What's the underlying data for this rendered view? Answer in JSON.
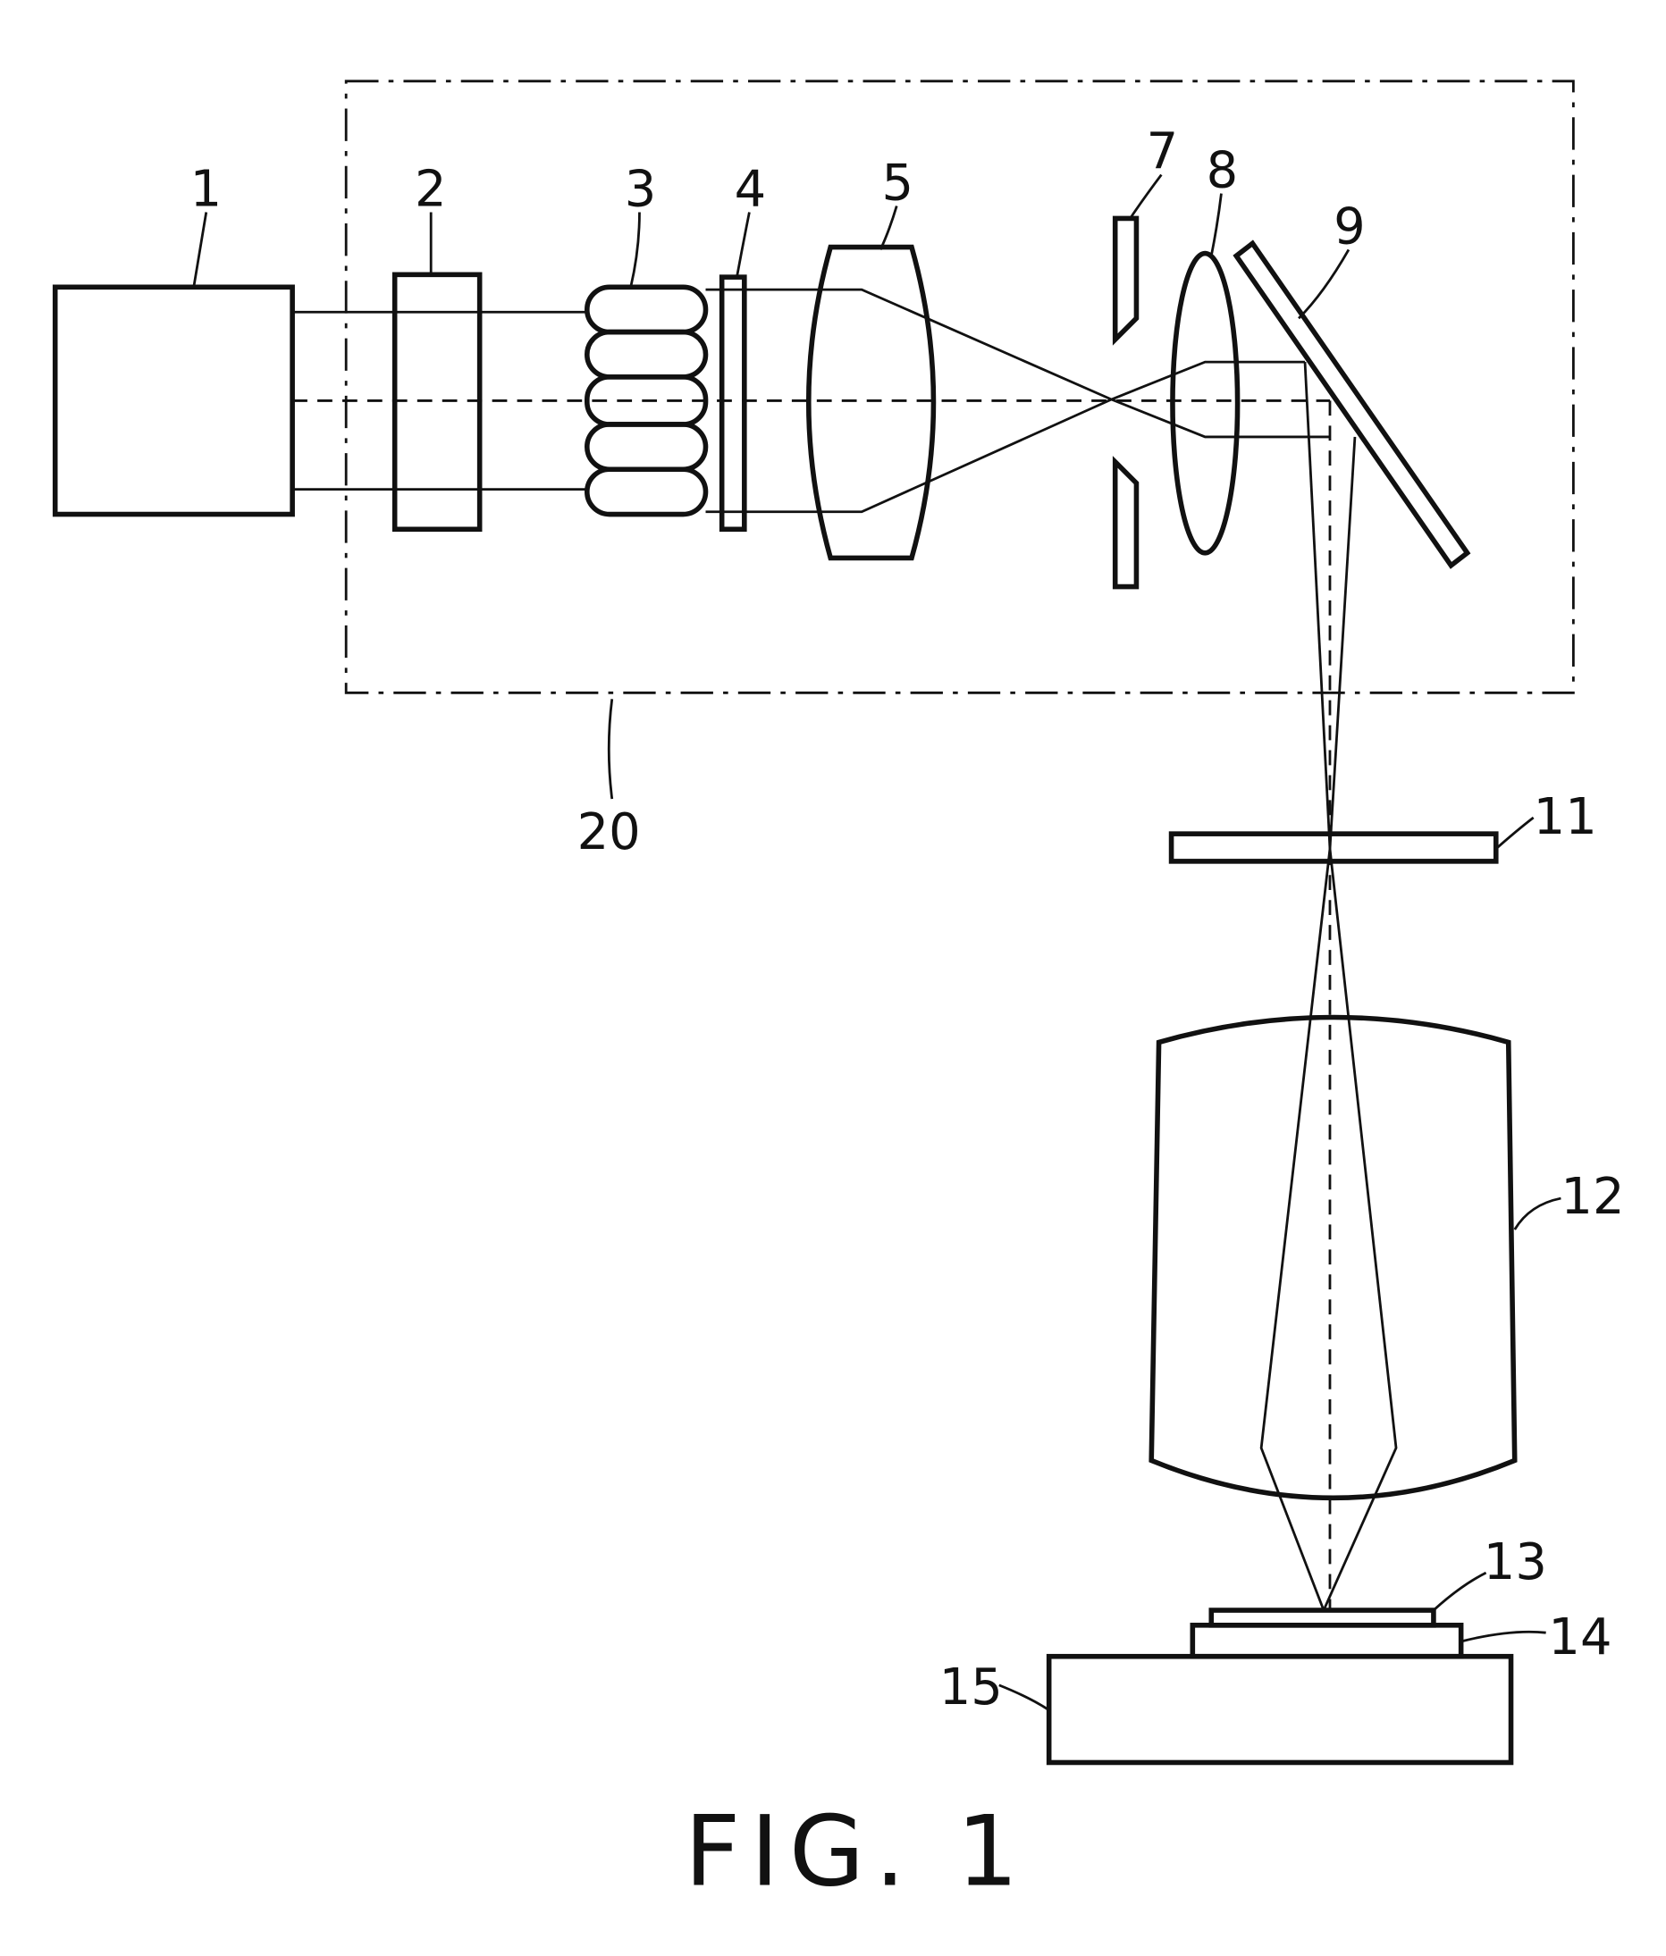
{
  "figure": {
    "caption": "FIG. 1",
    "labels": {
      "light_source": "1",
      "element_2": "2",
      "fly_eye_lens": "3",
      "plate_4": "4",
      "condenser_lens": "5",
      "aperture": "7",
      "lens_8": "8",
      "mirror": "9",
      "illumination_system": "20",
      "mask": "11",
      "projection_lens": "12",
      "wafer": "13",
      "wafer_holder": "14",
      "stage": "15"
    }
  }
}
